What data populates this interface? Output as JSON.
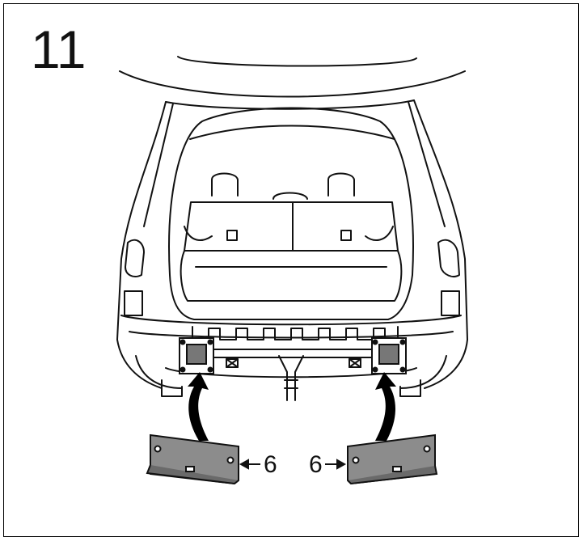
{
  "step_number": "11",
  "callouts": [
    {
      "label": "6"
    },
    {
      "label": "6"
    }
  ],
  "colors": {
    "line": "#111111",
    "plate_fill": "#8c8c8c",
    "plate_dark": "#6a6a6a",
    "arrow_fill": "#000000"
  }
}
